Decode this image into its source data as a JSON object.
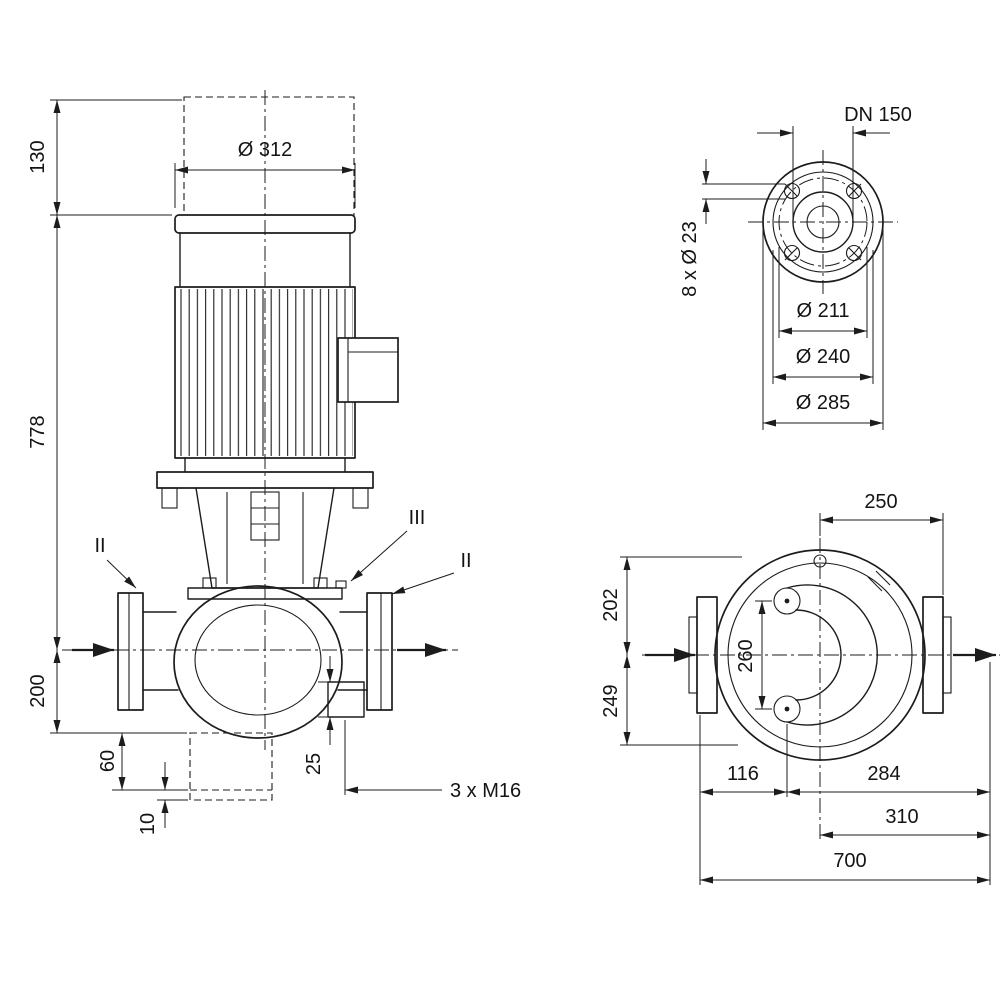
{
  "front": {
    "d312": "Ø 312",
    "d130": "130",
    "d778": "778",
    "d200": "200",
    "d60": "60",
    "d10": "10",
    "d25": "25",
    "dm16": "3 x M16",
    "sec_left": "II",
    "sec_mid": "III",
    "sec_right": "II"
  },
  "flange": {
    "dn": "DN 150",
    "bolts": "8 x Ø 23",
    "d211": "Ø 211",
    "d240": "Ø 240",
    "d285": "Ø 285"
  },
  "top": {
    "d250": "250",
    "d202": "202",
    "d260": "260",
    "d249": "249",
    "d116": "116",
    "d284": "284",
    "d310": "310",
    "d700": "700"
  },
  "colors": {
    "line": "#1c1c1c",
    "background": "#ffffff"
  }
}
